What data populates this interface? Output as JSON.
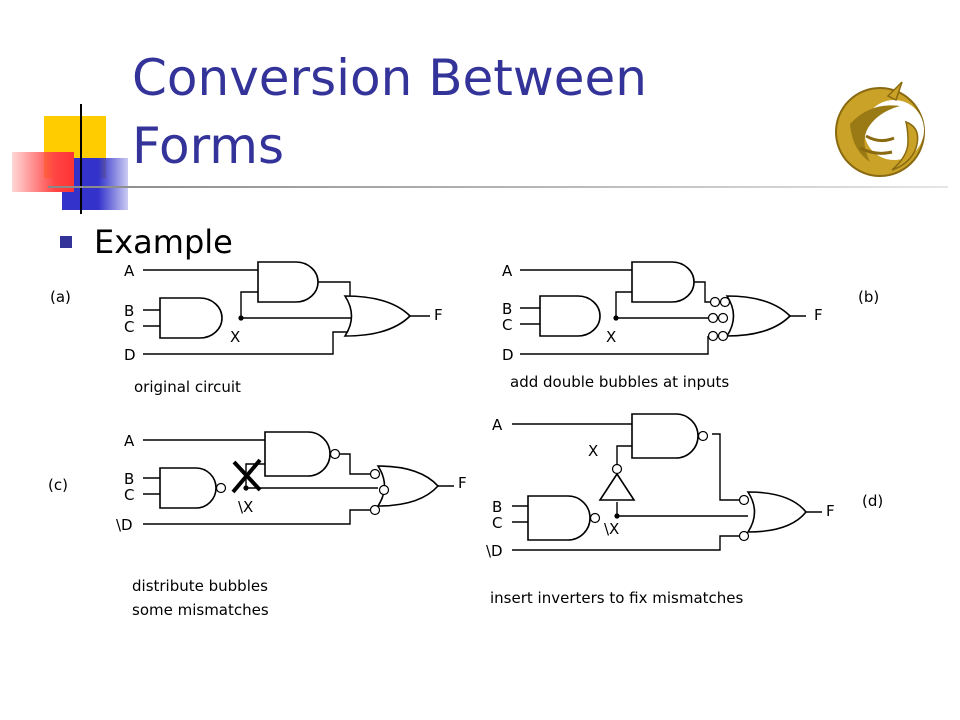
{
  "slide": {
    "title_line1": "Conversion Between",
    "title_line2": "Forms",
    "bullet": "Example"
  },
  "panels": {
    "a": {
      "tag": "(a)",
      "caption": "original circuit",
      "inputs": [
        "A",
        "B",
        "C",
        "D"
      ],
      "node": "X",
      "output": "F"
    },
    "b": {
      "tag": "(b)",
      "caption": "add double bubbles at inputs",
      "inputs": [
        "A",
        "B",
        "C",
        "D"
      ],
      "node": "X",
      "output": "F"
    },
    "c": {
      "tag": "(c)",
      "caption_line1": "distribute bubbles",
      "caption_line2": "some mismatches",
      "inputs": [
        "A",
        "B",
        "C",
        "\\D"
      ],
      "node": "\\X",
      "output": "F"
    },
    "d": {
      "tag": "(d)",
      "caption": "insert inverters to fix mismatches",
      "inputs": [
        "A",
        "B",
        "C",
        "\\D"
      ],
      "node_top": "X",
      "node_bottom": "\\X",
      "output": "F"
    }
  },
  "colors": {
    "title": "#333399",
    "bullet": "#333399",
    "deco_yellow": "#ffcc00",
    "deco_red": "#ff3333",
    "deco_blue": "#3333cc",
    "logo_gold": "#c9a227"
  },
  "icons": {
    "logo": "pegasus-logo-icon",
    "bullet": "square-bullet-icon",
    "mismatch": "x-mark-icon"
  }
}
